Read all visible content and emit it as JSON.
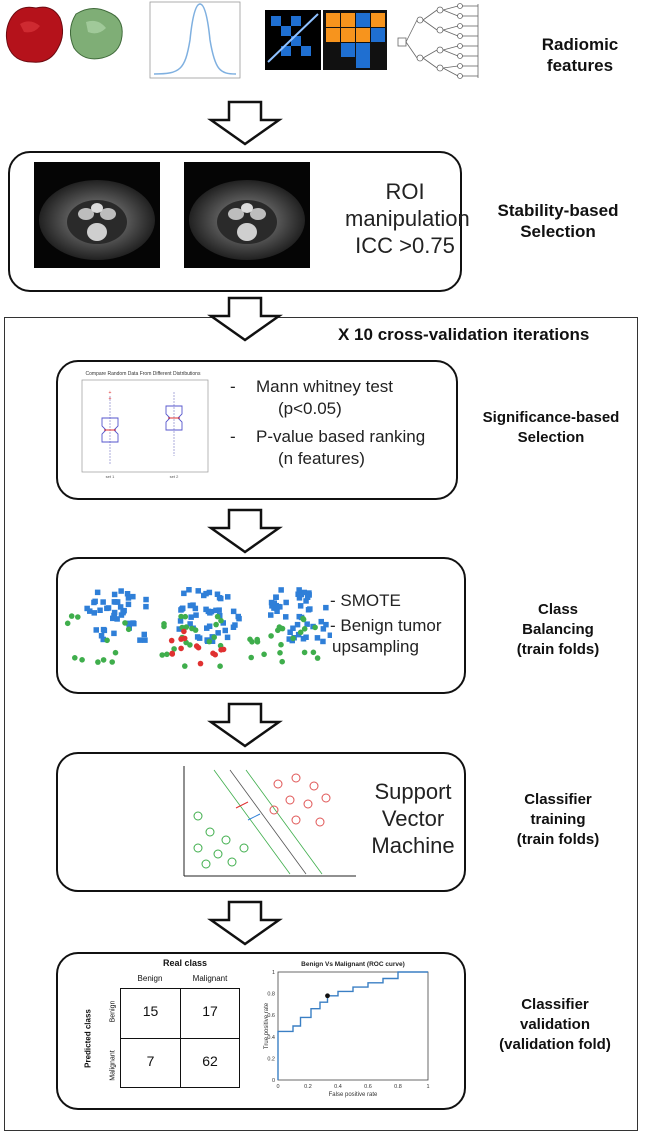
{
  "stages": {
    "radiomic": {
      "label_line1": "Radiomic",
      "label_line2": "features"
    },
    "stability": {
      "text_line1": "ROI",
      "text_line2": "manipulation",
      "text_line3": "ICC >0.75",
      "label_line1": "Stability-based",
      "label_line2": "Selection"
    },
    "cv_label": "X 10 cross-validation iterations",
    "significance": {
      "bullet1_line1": "Mann whitney test",
      "bullet1_line2": "(p<0.05)",
      "bullet2_line1": "P-value based ranking",
      "bullet2_line2": "(n features)",
      "label_line1": "Significance-based",
      "label_line2": "Selection"
    },
    "balancing": {
      "bullet1": "SMOTE",
      "bullet2_line1": "Benign tumor",
      "bullet2_line2": "upsampling",
      "label_line1": "Class",
      "label_line2": "Balancing",
      "label_line3": "(train folds)"
    },
    "training": {
      "text_line1": "Support",
      "text_line2": "Vector",
      "text_line3": "Machine",
      "label_line1": "Classifier",
      "label_line2": "training",
      "label_line3": "(train folds)"
    },
    "validation": {
      "label_line1": "Classifier",
      "label_line2": "validation",
      "label_line3": "(validation fold)"
    }
  },
  "confusion_matrix": {
    "title": "Real class",
    "col_labels": [
      "Benign",
      "Malignant"
    ],
    "row_title": "Predicted class",
    "row_labels": [
      "Benign",
      "Malignant"
    ],
    "cells": [
      [
        "15",
        "17"
      ],
      [
        "7",
        "62"
      ]
    ]
  },
  "chart_data": {
    "type": "line",
    "title": "Benign Vs Malignant (ROC curve)",
    "xlabel": "False positive rate",
    "ylabel": "True positive rate",
    "xlim": [
      0,
      1
    ],
    "ylim": [
      0,
      1
    ],
    "xticks": [
      "0",
      "0.2",
      "0.4",
      "0.6",
      "0.8",
      "1"
    ],
    "yticks": [
      "0",
      "0.2",
      "0.4",
      "0.6",
      "0.8",
      "1"
    ],
    "x": [
      0,
      0,
      0.1,
      0.1,
      0.15,
      0.15,
      0.22,
      0.22,
      0.28,
      0.28,
      0.33,
      0.33,
      0.4,
      0.4,
      0.5,
      0.5,
      0.6,
      0.6,
      0.7,
      0.7,
      0.8,
      0.8,
      1
    ],
    "y": [
      0,
      0.45,
      0.45,
      0.5,
      0.5,
      0.58,
      0.58,
      0.66,
      0.66,
      0.72,
      0.72,
      0.78,
      0.78,
      0.82,
      0.82,
      0.86,
      0.86,
      0.9,
      0.9,
      0.94,
      0.94,
      1,
      1
    ],
    "operating_point": {
      "x": 0.33,
      "y": 0.78
    },
    "line_color": "#3a7fc4"
  },
  "colors": {
    "blue": "#2f7fd8",
    "green": "#3fae4c",
    "red": "#e03131",
    "orange": "#f7941d",
    "tumor_red": "#b5121b",
    "tumor_green": "#7fae76"
  }
}
